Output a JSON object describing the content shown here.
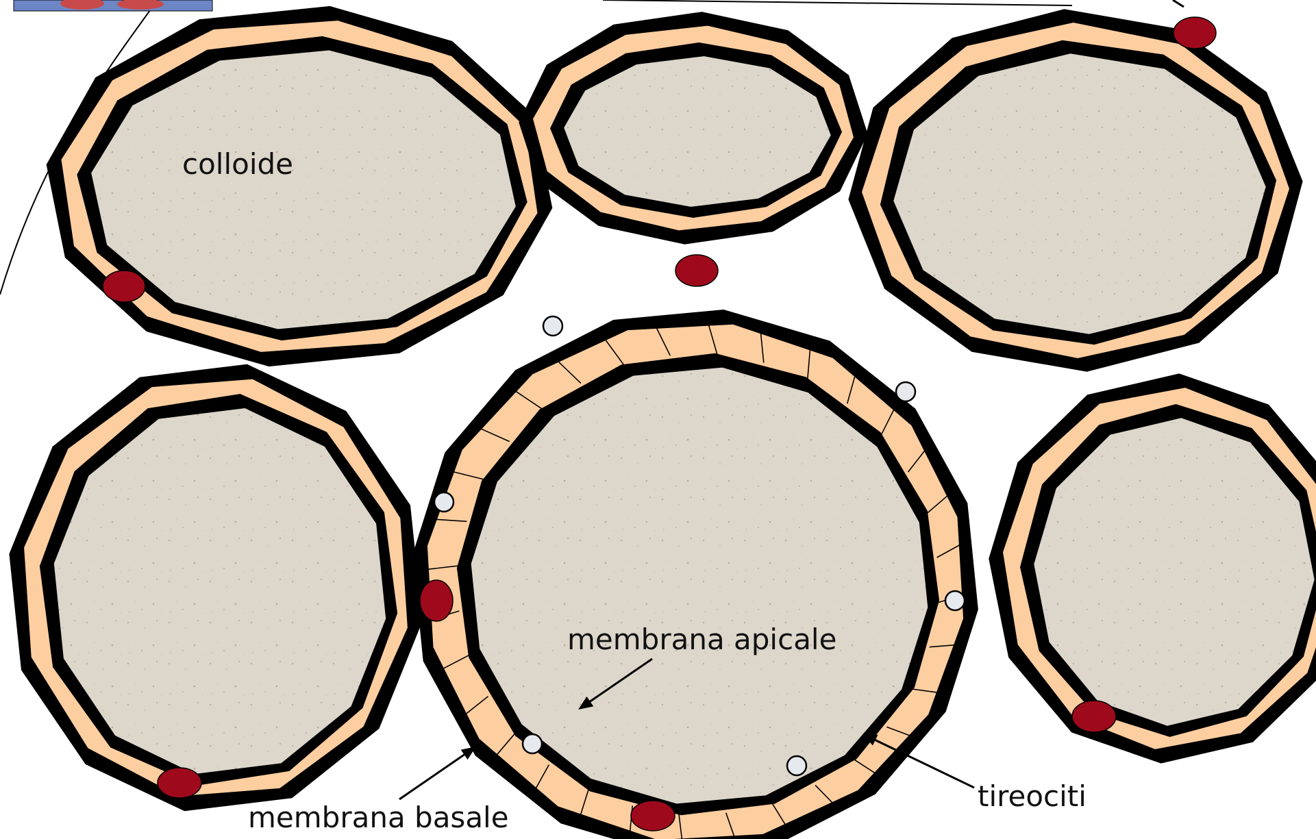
{
  "labels": {
    "colloid": "colloide",
    "apical_membrane": "membrana apicale",
    "basal_membrane": "membrana basale",
    "thyrocytes": "tireociti"
  },
  "colors": {
    "outline": "#000000",
    "epithelium": "#FDCEA0",
    "colloid": "#DDD6CB",
    "colloid_speckle": "#B9B1A4",
    "red_nucleus": "#9E0A1C",
    "vesicle": "#E6EAEE",
    "thumbnail": "#C84A4A"
  },
  "icons": {
    "thumbnail": "thyroid-thumbnail-image"
  }
}
